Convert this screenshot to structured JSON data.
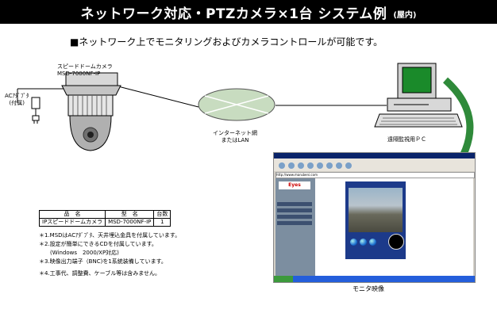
{
  "title": {
    "main": "ネットワーク対応・PTZカメラ×1台 システム例",
    "sub": "(屋内)"
  },
  "subtitle": "■ネットワーク上でモニタリングおよびカメラコントロールが可能です。",
  "camera": {
    "name": "スピードドームカメラ",
    "model": "MSD-7000NF-IP"
  },
  "adapter_label": [
    "ACｱﾀﾞﾌﾟﾀ",
    "(付属)"
  ],
  "cloud_label": [
    "インターネット網",
    "またはLAN"
  ],
  "pc_label": "遠隔監視用ＰＣ",
  "monitor_caption": "モニタ映像",
  "spec_table": {
    "headers": [
      "品　名",
      "型　名",
      "台数"
    ],
    "rows": [
      [
        "IPスピードドームカメラ",
        "MSD-7000NF-IP",
        "1"
      ]
    ]
  },
  "notes": [
    "＊1.MSDはACｱﾀﾞﾌﾟﾀ、天井埋込金具を付属しています。",
    "＊2.設定が簡単にできるCDを付属しています。",
    "(Windows　2000/XP対応)",
    "＊3.映像出力端子（BNC)を1系統装備しています。",
    "＊4.工事代、調整費、ケーブル等は含みません。"
  ],
  "screenshot": {
    "logo": "Eyes",
    "url": "http://www.marubeni.com"
  },
  "colors": {
    "title_bg": "#000000",
    "arrow": "#2f8a3a",
    "screen": "#1a8a2a",
    "cloud": "#c8dcc0"
  }
}
